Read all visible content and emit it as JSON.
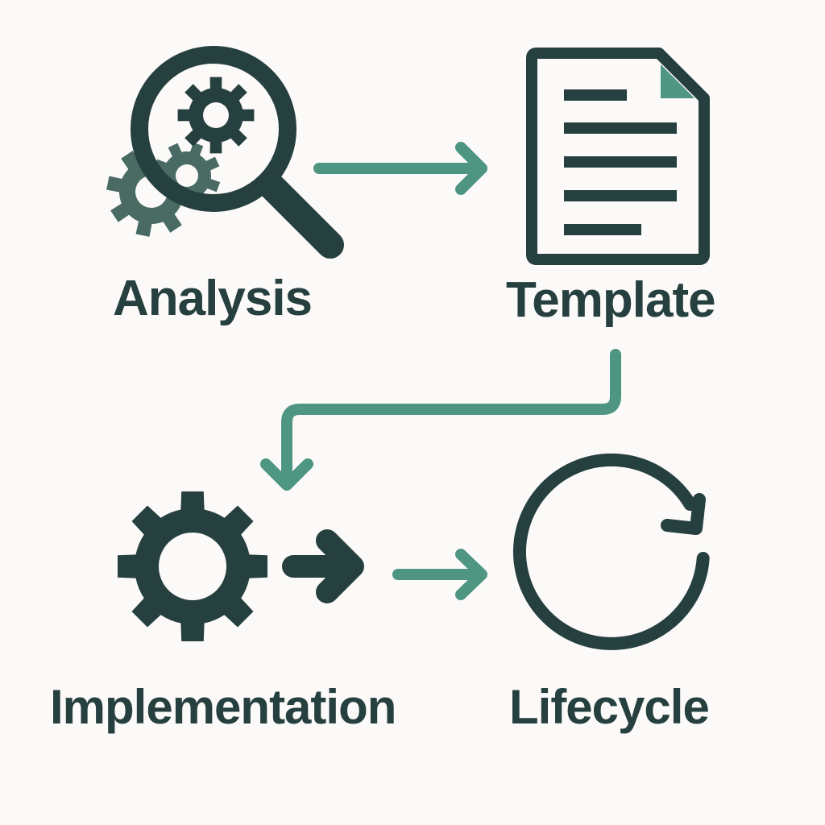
{
  "colors": {
    "dark": "#263f3f",
    "accent": "#4e9582",
    "background": "#fbfaf8",
    "gear_secondary": "#4a6a64"
  },
  "steps": [
    {
      "label": "Analysis",
      "icon": "magnifier-with-gears-icon"
    },
    {
      "label": "Template",
      "icon": "document-icon"
    },
    {
      "label": "Implementation",
      "icon": "gear-icon"
    },
    {
      "label": "Lifecycle",
      "icon": "cycle-arrow-icon"
    }
  ],
  "connectors": [
    {
      "from": "Analysis",
      "to": "Template",
      "icon": "arrow-right-icon"
    },
    {
      "from": "Template",
      "to": "Implementation",
      "icon": "elbow-arrow-icon"
    },
    {
      "from": "Implementation",
      "to": "Lifecycle",
      "icon": "arrow-right-icon"
    }
  ]
}
